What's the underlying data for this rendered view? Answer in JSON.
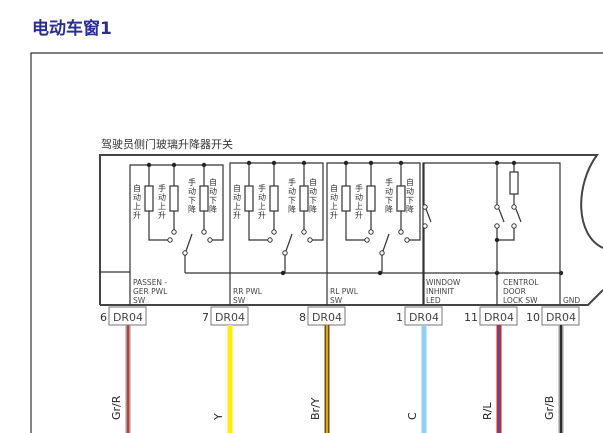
{
  "title": "电动车窗1",
  "component": {
    "name": "驾驶员侧门玻璃升降器开关",
    "switch_labels": [
      "自动上升",
      "手动上升",
      "手动下降",
      "自动下降"
    ],
    "sections": [
      {
        "lines": [
          "PASSEN -",
          "GER PWL",
          "SW"
        ]
      },
      {
        "lines": [
          "RR PWL",
          "SW"
        ]
      },
      {
        "lines": [
          "RL PWL",
          "SW"
        ]
      },
      {
        "lines": [
          "WINDOW",
          "INHINIT",
          "LED"
        ]
      },
      {
        "lines": [
          "CENTROL",
          "DOOR",
          "LOCK SW"
        ]
      },
      {
        "lines": [
          "GND"
        ]
      }
    ]
  },
  "connectors": [
    {
      "pin": "6",
      "name": "DR04",
      "wire": "Gr/R",
      "colors": [
        "#9a9a9a",
        "#e02020"
      ]
    },
    {
      "pin": "7",
      "name": "DR04",
      "wire": "Y",
      "colors": [
        "#ffee00",
        "#ffee00"
      ]
    },
    {
      "pin": "8",
      "name": "DR04",
      "wire": "Br/Y",
      "colors": [
        "#7a4a10",
        "#f0c000"
      ]
    },
    {
      "pin": "1",
      "name": "DR04",
      "wire": "C",
      "colors": [
        "#8fd0f0",
        "#8fd0f0"
      ]
    },
    {
      "pin": "11",
      "name": "DR04",
      "wire": "R/L",
      "colors": [
        "#e02020",
        "#2060d0"
      ]
    },
    {
      "pin": "10",
      "name": "DR04",
      "wire": "Gr/B",
      "colors": [
        "#9a9a9a",
        "#111111"
      ]
    }
  ]
}
